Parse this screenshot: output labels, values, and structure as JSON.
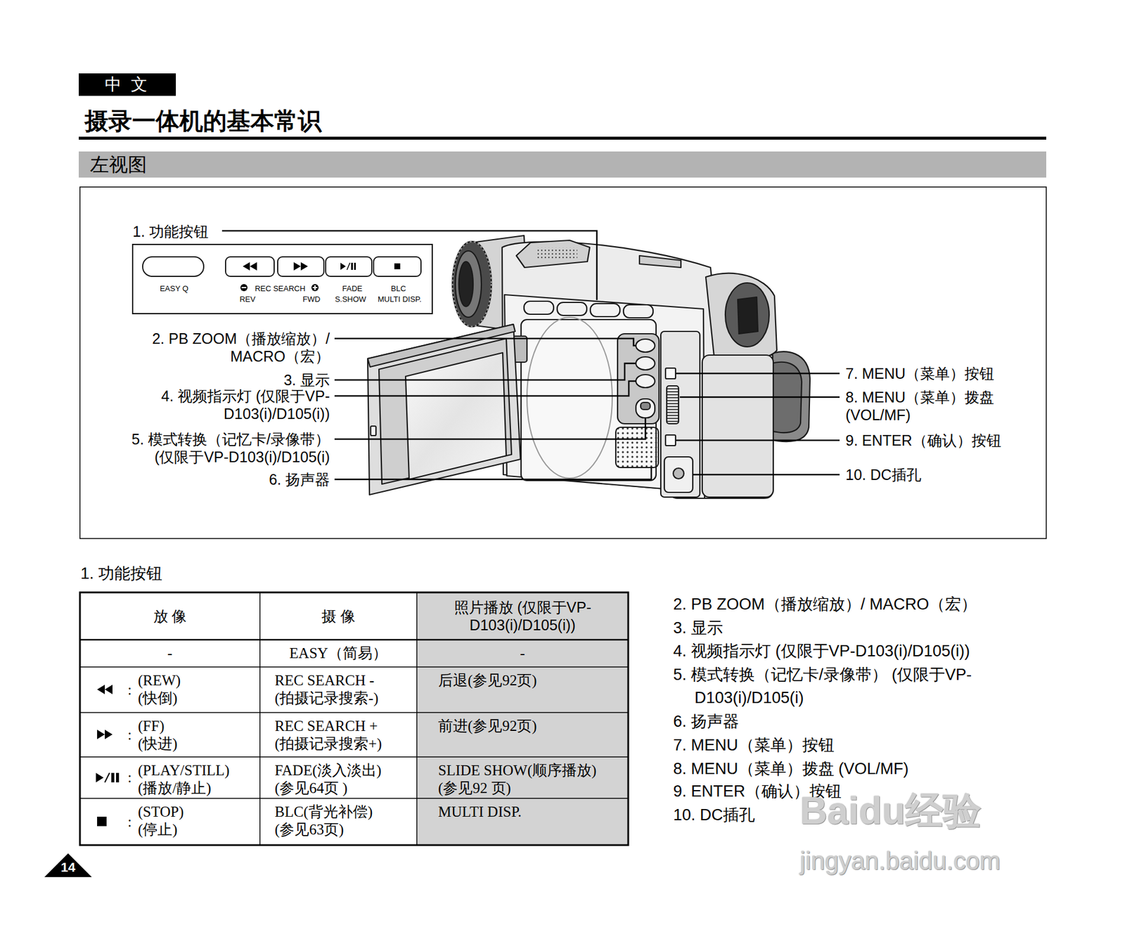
{
  "diagram": {
    "title": "摄录一体机的基本常识",
    "nodes": [
      {
        "text": [
          "中 文"
        ]
      },
      {
        "text": [
          "左视图"
        ]
      },
      {
        "text": [
          "EASY Q",
          "REC SEARCH",
          "REV",
          "FWD",
          "FADE",
          "S.SHOW",
          "BLC",
          "MULTI DISP."
        ]
      },
      {
        "text": [
          "14"
        ]
      }
    ],
    "labels": [
      "1. 功能按钮",
      "2. PB ZOOM（播放缩放）/ MACRO（宏）",
      "3. 显示",
      "4. 视频指示灯 (仅限于VP-D103(i)/D105(i))",
      "5. 模式转换（记忆卡/录像带） (仅限于VP-D103(i)/D105(i)",
      "6. 扬声器",
      "7. MENU（菜单）按钮",
      "8. MENU（菜单）拨盘 (VOL/MF)",
      "9. ENTER（确认）按钮",
      "10. DC插孔",
      "1. 功能按钮",
      "放 像",
      "摄 像",
      "照片播放 (仅限于VP-D103(i)/D105(i))",
      "-",
      "EASY（简易）",
      "-",
      ":",
      "(REW) (快倒)",
      "REC SEARCH - (拍摄记录搜索-)",
      "后退(参见92页)",
      ":",
      "(FF) (快进)",
      "REC SEARCH + (拍摄记录搜索+)",
      "前进(参见92页)",
      ":",
      "(PLAY/STILL) (播放/静止)",
      "FADE(淡入淡出) (参见64页 )",
      "SLIDE SHOW(顺序播放) (参见92 页)",
      ":",
      "(STOP) (停止)",
      "BLC(背光补偿) (参见63页)",
      "MULTI DISP.",
      "2. PB ZOOM（播放缩放）/ MACRO（宏）",
      "3. 显示",
      "4. 视频指示灯 (仅限于VP-D103(i)/D105(i))",
      "5. 模式转换（记忆卡/录像带） (仅限于VP-D103(i)/D105(i)",
      "6. 扬声器",
      "7. MENU（菜单）按钮",
      "8. MENU（菜单）拨盘 (VOL/MF)",
      "9. ENTER（确认）按钮",
      "10. DC插孔",
      "Baidu经验",
      "jingyan.baidu.com"
    ]
  }
}
